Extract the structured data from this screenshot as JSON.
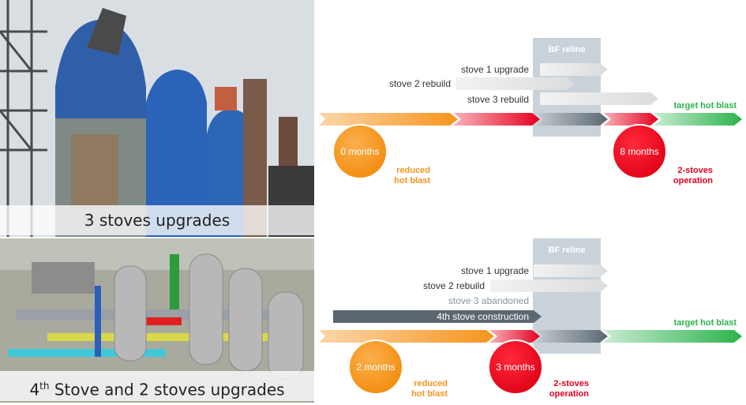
{
  "left": {
    "caption_top": "3 stoves upgrades",
    "caption_bottom_pre": "4",
    "caption_bottom_sup": "th",
    "caption_bottom_post": " Stove and 2 stoves upgrades"
  },
  "scenario_a": {
    "bf_reline": "BF reline",
    "steps": [
      "stove 1 upgrade",
      "stove 2 rebuild",
      "stove 3 rebuild"
    ],
    "target": "target hot blast",
    "circle_start": "0 months",
    "circle_end": "8 months",
    "label_reduced_1": "reduced",
    "label_reduced_2": "hot blast",
    "label_two_1": "2-stoves",
    "label_two_2": "operation"
  },
  "scenario_b": {
    "bf_reline": "BF reline",
    "steps": [
      "stove 1 upgrade",
      "stove 2 rebuild",
      "stove 3 abandoned"
    ],
    "construction": "4th stove construction",
    "target": "target hot blast",
    "circle_start": "2 months",
    "circle_end": "3 months",
    "label_reduced_1": "reduced",
    "label_reduced_2": "hot blast",
    "label_two_1": "2-stoves",
    "label_two_2": "operation"
  },
  "colors": {
    "orange": "#f7941d",
    "red": "#e6001f",
    "green": "#2bb24c",
    "slate": "#5b6770",
    "bf_box": "#c9d2d9"
  }
}
